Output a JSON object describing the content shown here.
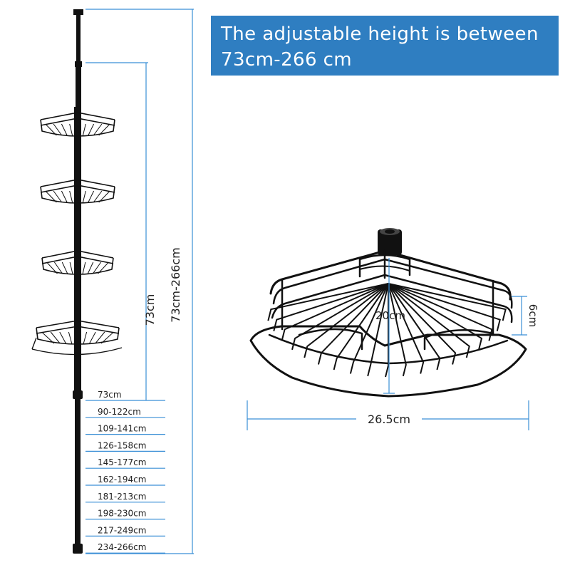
{
  "banner": {
    "line1": "The adjustable height is between",
    "line2": "73cm-266 cm"
  },
  "pole": {
    "min_label": "73cm",
    "range_label": "73cm-266cm",
    "height_steps": [
      "73cm",
      "90-122cm",
      "109-141cm",
      "126-158cm",
      "145-177cm",
      "162-194cm",
      "181-213cm",
      "198-230cm",
      "217-249cm",
      "234-266cm"
    ]
  },
  "basket": {
    "depth_label": "20cm",
    "height_label": "6cm",
    "width_label": "26.5cm"
  },
  "colors": {
    "banner_bg": "#2f7ec1",
    "dimension_line": "#3a8fd6",
    "metal": "#111111"
  }
}
